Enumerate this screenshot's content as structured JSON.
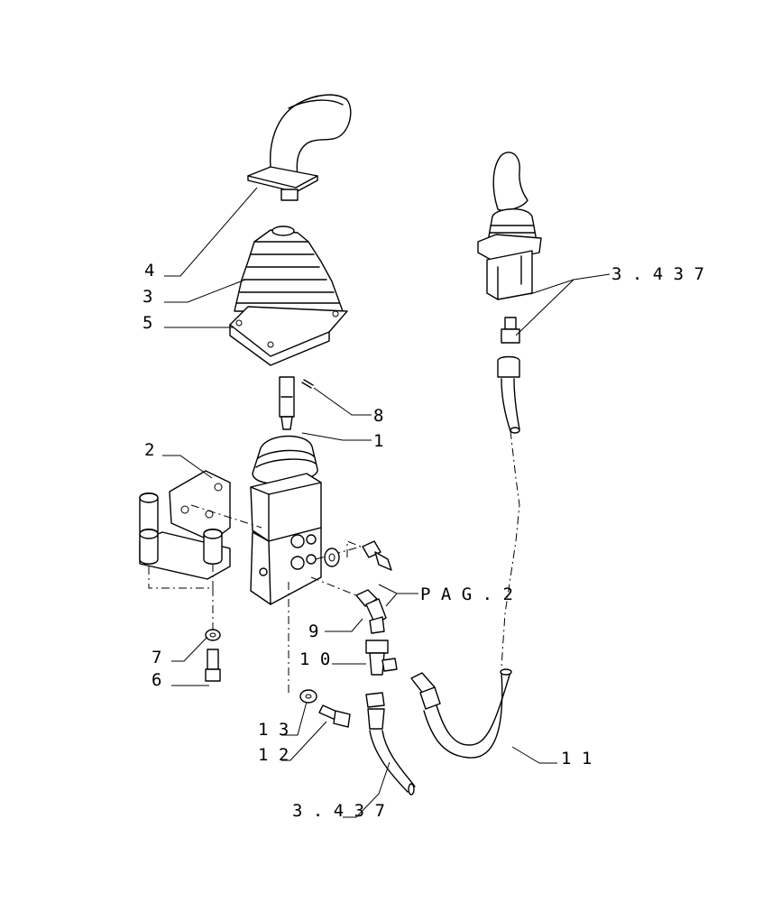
{
  "callouts": {
    "c1": "1",
    "c2": "2",
    "c3": "3",
    "c4": "4",
    "c5": "5",
    "c6": "6",
    "c7": "7",
    "c8": "8",
    "c9": "9",
    "c10": "1 0",
    "c11": "1 1",
    "c12": "1 2",
    "c13": "1 3",
    "ref_top": "3 . 4 3 7",
    "ref_bottom": "3 . 4 3 7",
    "page_ref": "P A G . 2"
  }
}
